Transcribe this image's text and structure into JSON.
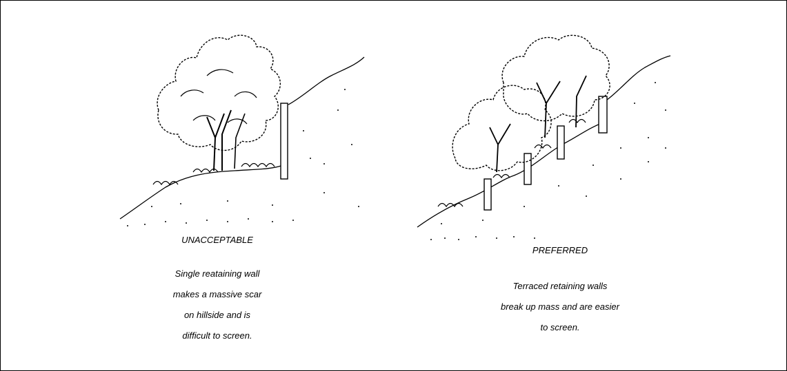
{
  "left_panel": {
    "title": "UNACCEPTABLE",
    "caption_lines": [
      "Single reataining wall",
      "makes a massive scar",
      "on hillside and is",
      "difficult to screen."
    ]
  },
  "right_panel": {
    "title": "PREFERRED",
    "caption_lines": [
      "Terraced retaining walls",
      "break up mass and are easier",
      "to screen."
    ]
  }
}
